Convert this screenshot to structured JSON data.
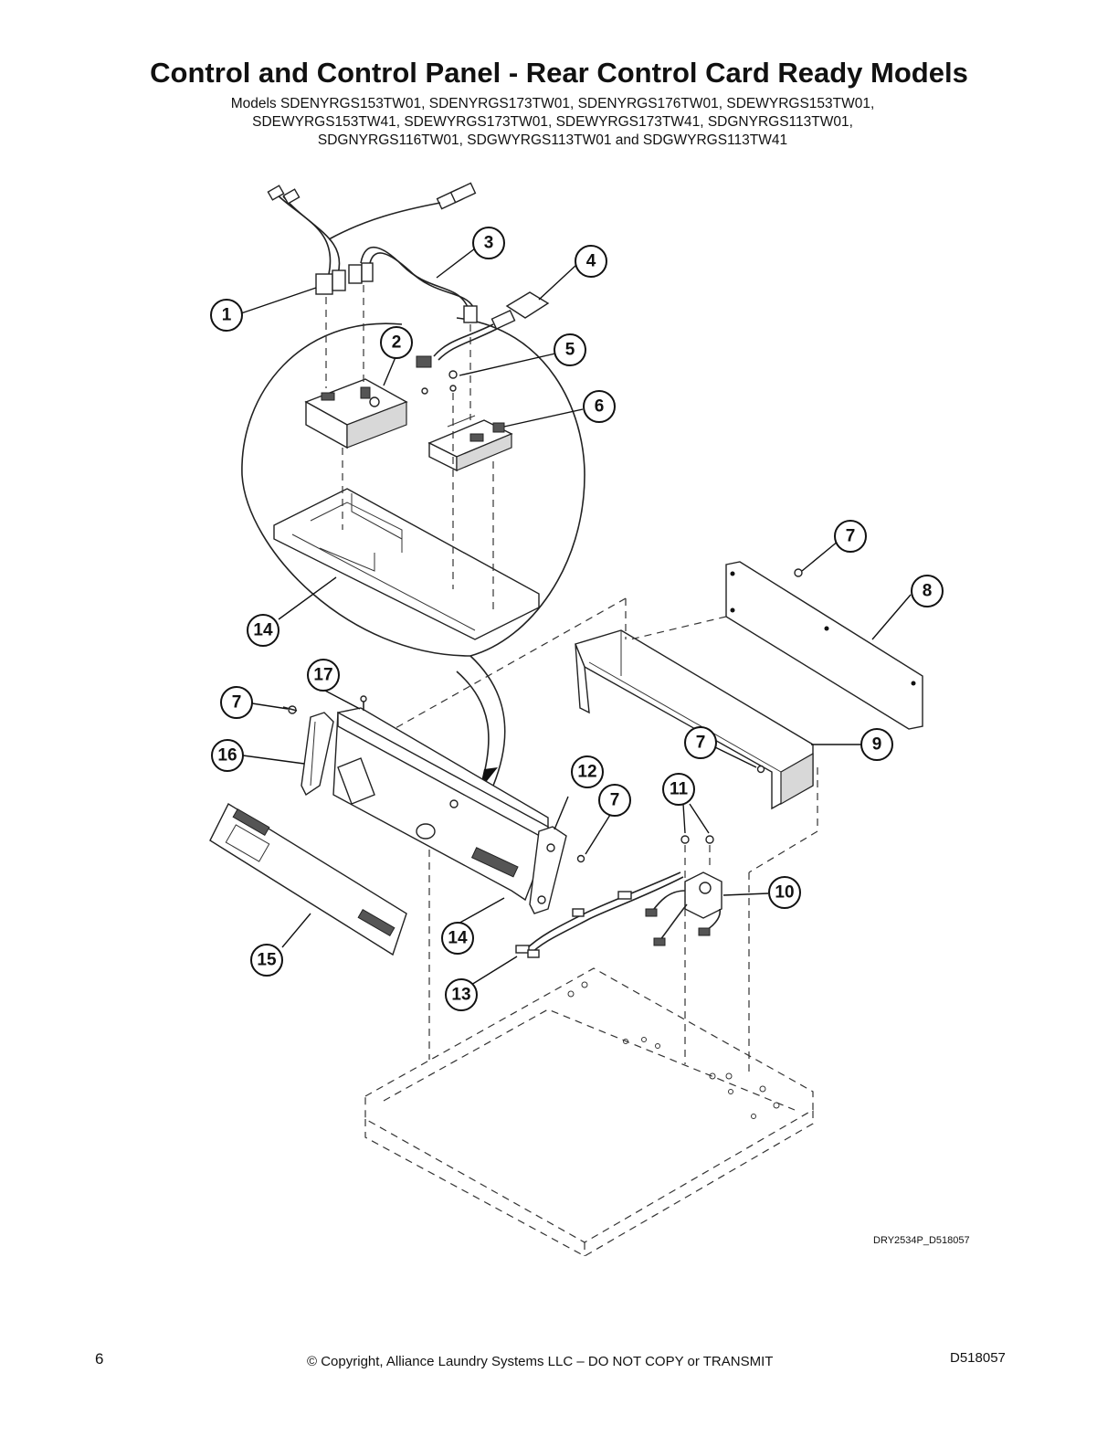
{
  "title": "Control and Control Panel - Rear Control Card Ready Models",
  "models": [
    "Models SDENYRGS153TW01, SDENYRGS173TW01, SDENYRGS176TW01, SDEWYRGS153TW01,",
    "SDEWYRGS153TW41, SDEWYRGS173TW01, SDEWYRGS173TW41, SDGNYRGS113TW01,",
    "SDGNYRGS116TW01, SDGWYRGS113TW01 and SDGWYRGS113TW41"
  ],
  "callouts": {
    "c1": "1",
    "c2": "2",
    "c3": "3",
    "c4": "4",
    "c5": "5",
    "c6": "6",
    "c7a": "7",
    "c7b": "7",
    "c7c": "7",
    "c7d": "7",
    "c8": "8",
    "c9": "9",
    "c10": "10",
    "c11": "11",
    "c12": "12",
    "c13": "13",
    "c14a": "14",
    "c14b": "14",
    "c15": "15",
    "c16": "16",
    "c17": "17"
  },
  "drawing_code": "DRY2534P_D518057",
  "footer": {
    "page_number": "6",
    "copyright": "© Copyright, Alliance Laundry Systems LLC – DO NOT COPY or TRANSMIT",
    "doc_number": "D518057"
  }
}
